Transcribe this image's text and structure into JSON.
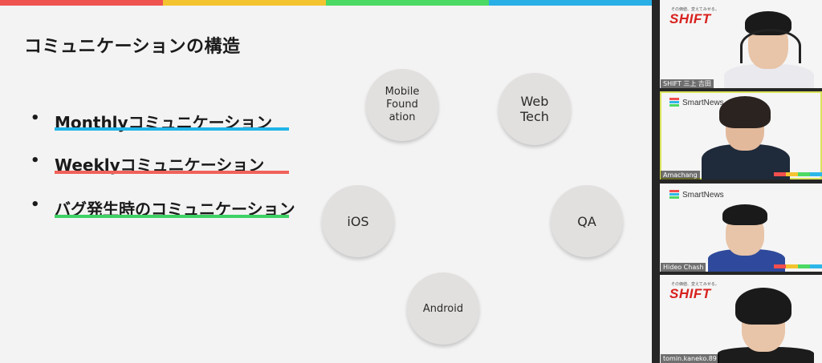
{
  "slide": {
    "accent_colors": [
      "#ef5350",
      "#f4c430",
      "#4cd964",
      "#29aee6"
    ],
    "title": "コミュニケーションの構造",
    "bullets": [
      {
        "dot": "•",
        "label": "Monthlyコミュニケーション",
        "color": "#20b4e8"
      },
      {
        "dot": "•",
        "label": "Weeklyコミュニケーション",
        "color": "#f06259"
      },
      {
        "dot": "•",
        "label": "バグ発生時のコミュニケーション",
        "color": "#3ed164"
      }
    ],
    "nodes": {
      "mobile": "Mobile\nFound\nation",
      "web": "Web\nTech",
      "ios": "iOS",
      "qa": "QA",
      "android": "Android"
    }
  },
  "participants": [
    {
      "name": "SHIFT 三上 吉田",
      "logo": "SHIFT",
      "tagline": "その価値、変えてみせる。"
    },
    {
      "name": "Amachang",
      "logo": "SmartNews"
    },
    {
      "name": "Hideo Chash",
      "logo": "SmartNews"
    },
    {
      "name": "tomin.kaneko.89",
      "logo": "SHIFT",
      "tagline": "その価値、変えてみせる。"
    }
  ]
}
